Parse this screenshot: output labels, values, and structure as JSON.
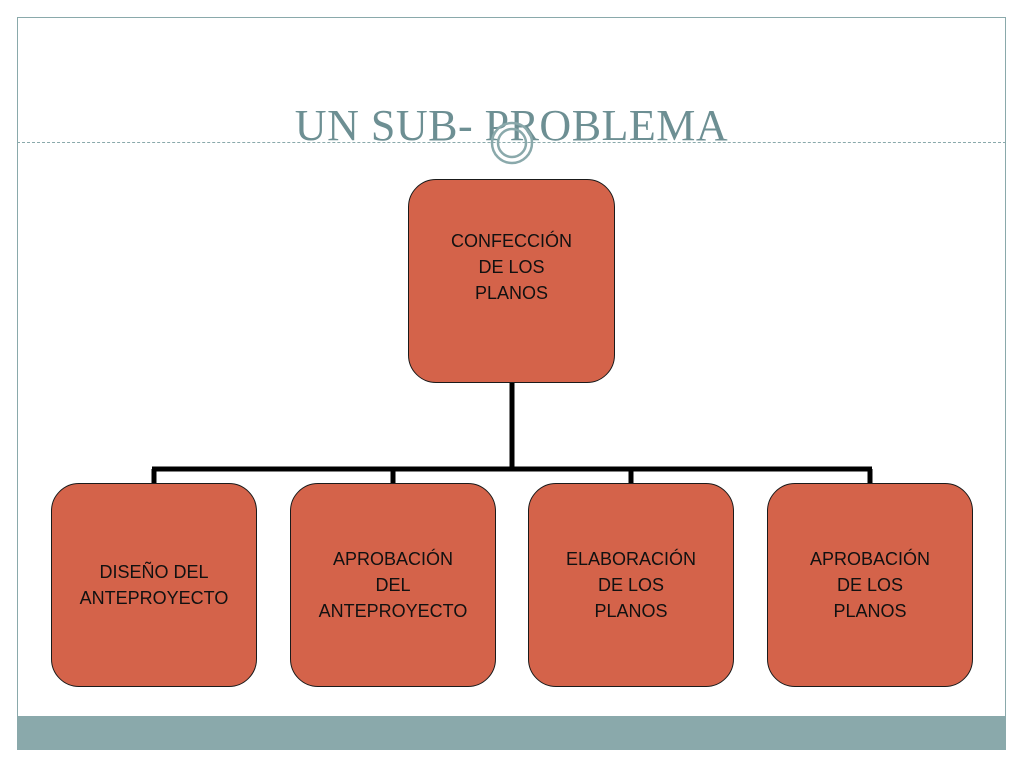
{
  "slide": {
    "title": "UN SUB- PROBLEMA",
    "colors": {
      "accent": "#8aa9ab",
      "title": "#6d8f93",
      "node_fill": "#d4634a",
      "node_border": "#1a1a1a",
      "connector": "#000000"
    },
    "ornament_icon": "double-ring-icon"
  },
  "diagram": {
    "type": "hierarchy",
    "root": {
      "label": "CONFECCIÓN\nDE LOS\nPLANOS"
    },
    "children": [
      {
        "label": "DISEÑO DEL\nANTEPROYECTO"
      },
      {
        "label": "APROBACIÓN\nDEL\nANTEPROYECTO"
      },
      {
        "label": "ELABORACIÓN\nDE LOS\nPLANOS"
      },
      {
        "label": "APROBACIÓN\nDE LOS\nPLANOS"
      }
    ]
  }
}
